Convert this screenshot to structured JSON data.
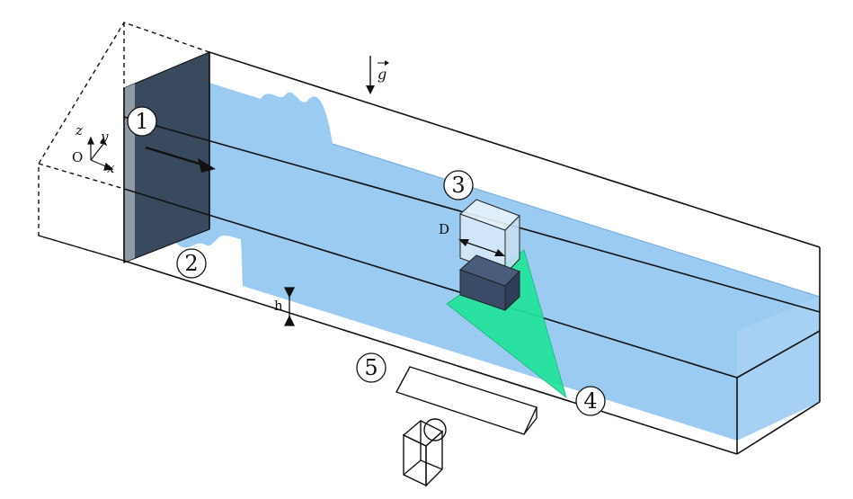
{
  "figure": {
    "markers": [
      {
        "id": "1",
        "text": "1"
      },
      {
        "id": "2",
        "text": "2"
      },
      {
        "id": "3",
        "text": "3"
      },
      {
        "id": "4",
        "text": "4"
      },
      {
        "id": "5",
        "text": "5"
      }
    ],
    "labels": {
      "gravity": "g",
      "diameter": "D",
      "depth": "h",
      "axis_x": "x",
      "axis_y": "y",
      "axis_z": "z",
      "origin": "O"
    },
    "colors": {
      "water": "#9ccbf2",
      "water_edge": "#7fb5e6",
      "laser_sheet": "#22e39b",
      "paddle": "#3a4a5e",
      "cube_lower": "#3a4b68",
      "cube_upper": "#d9ebf9",
      "outline": "#111111"
    },
    "icons": [
      "gravity-arrow-icon",
      "coordinate-axes-icon",
      "camera-icon"
    ]
  }
}
